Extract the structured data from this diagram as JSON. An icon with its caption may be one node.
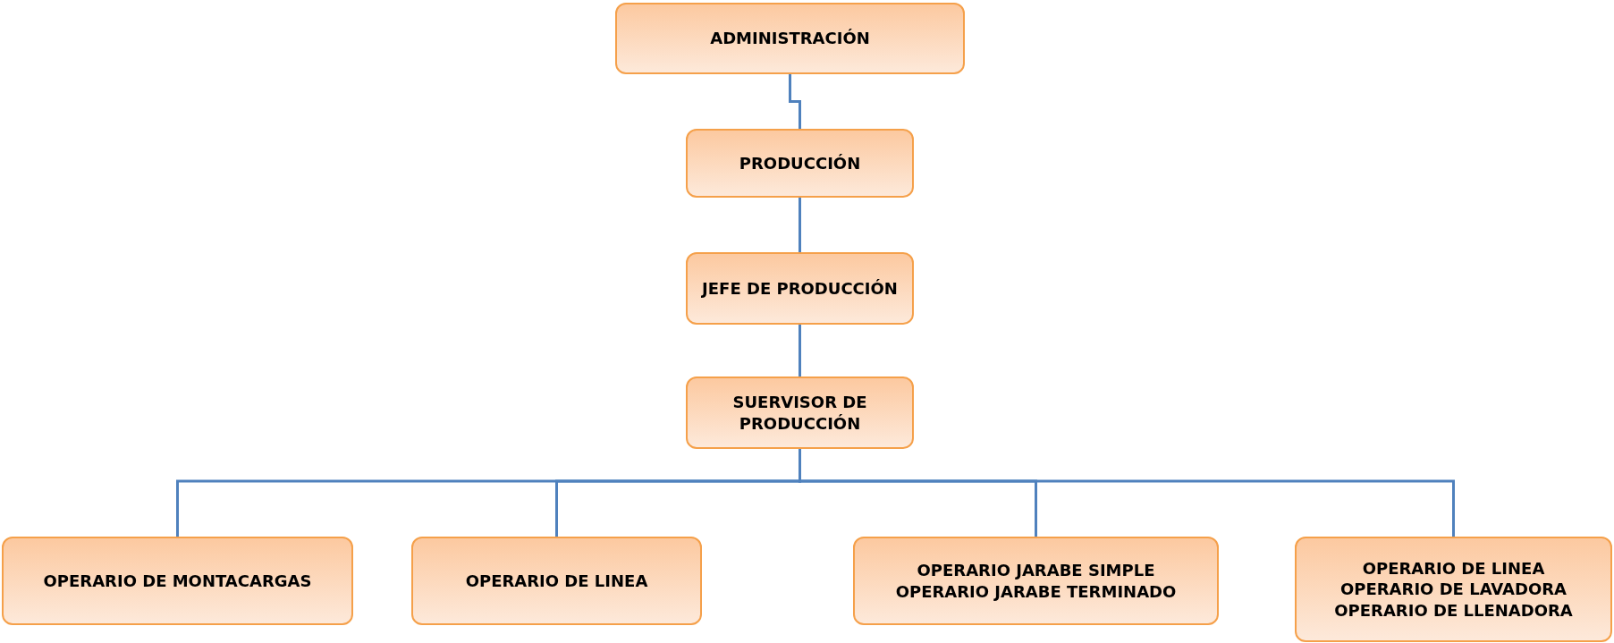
{
  "diagram": {
    "nodes": [
      {
        "text": [
          "ADMINISTRACIÓN"
        ]
      },
      {
        "text": [
          "PRODUCCIÓN"
        ]
      },
      {
        "text": [
          "JEFE DE PRODUCCIÓN"
        ]
      },
      {
        "text": [
          "SUERVISOR DE PRODUCCIÓN"
        ]
      },
      {
        "text": [
          "OPERARIO DE MONTACARGAS"
        ]
      },
      {
        "text": [
          "OPERARIO DE LINEA"
        ]
      },
      {
        "text": [
          "OPERARIO JARABE SIMPLE",
          "OPERARIO JARABE TERMINADO"
        ]
      },
      {
        "text": [
          "OPERARIO DE LINEA",
          "OPERARIO DE LAVADORA",
          "OPERARIO DE LLENADORA"
        ]
      }
    ],
    "edges": [
      {
        "from": 0,
        "to": 1,
        "arrow": "none"
      },
      {
        "from": 1,
        "to": 2,
        "arrow": "none"
      },
      {
        "from": 2,
        "to": 3,
        "arrow": "none"
      },
      {
        "from": 3,
        "to": 4,
        "arrow": "none"
      },
      {
        "from": 3,
        "to": 5,
        "arrow": "none"
      },
      {
        "from": 3,
        "to": 6,
        "arrow": "none"
      },
      {
        "from": 3,
        "to": 7,
        "arrow": "none"
      }
    ]
  }
}
